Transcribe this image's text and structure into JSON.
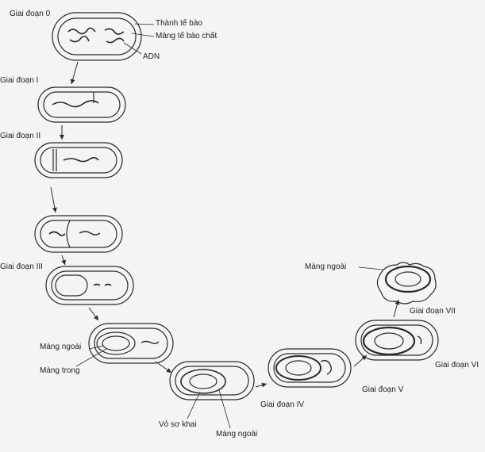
{
  "stages": {
    "s0": "Giai đoạn 0",
    "s1": "Giai đoạn I",
    "s2": "Giai đoạn II",
    "s3": "Giai đoạn III",
    "s4": "Giai đoạn IV",
    "s5": "Giai đoạn V",
    "s6": "Giai đoạn VI",
    "s7": "Giai đoạn VII"
  },
  "parts": {
    "cell_wall": "Thành tế bào",
    "cell_membrane": "Màng tế bào chất",
    "dna": "ADN",
    "outer_membrane_1": "Màng ngoài",
    "inner_membrane": "Màng trong",
    "cortex": "Vỏ sơ khai",
    "outer_membrane_2": "Màng ngoài",
    "outer_membrane_3": "Màng ngoài"
  },
  "colors": {
    "ink": "#2a2a2a",
    "paper": "#f4f4f2"
  }
}
